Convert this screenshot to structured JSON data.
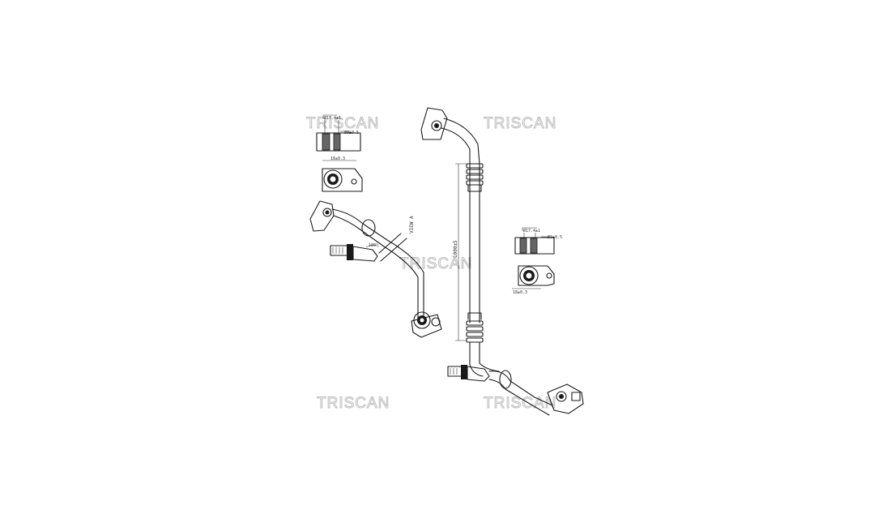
{
  "brand": {
    "watermark": "TRISCAN",
    "watermark_color": "#bdbdbd"
  },
  "dimensions": {
    "top_left_bore": "Ø17.4±1",
    "top_left_pin": "Ø9±0.5",
    "top_left_width": "18±0.3",
    "right_bore": "Ø17.4±1",
    "right_pin": "Ø9±0.5",
    "right_width": "18±0.3",
    "main_length": "1000±5",
    "side_view_label": "VIEW A",
    "angle": "180°"
  },
  "colors": {
    "line": "#1a1a1a",
    "background": "#ffffff"
  }
}
